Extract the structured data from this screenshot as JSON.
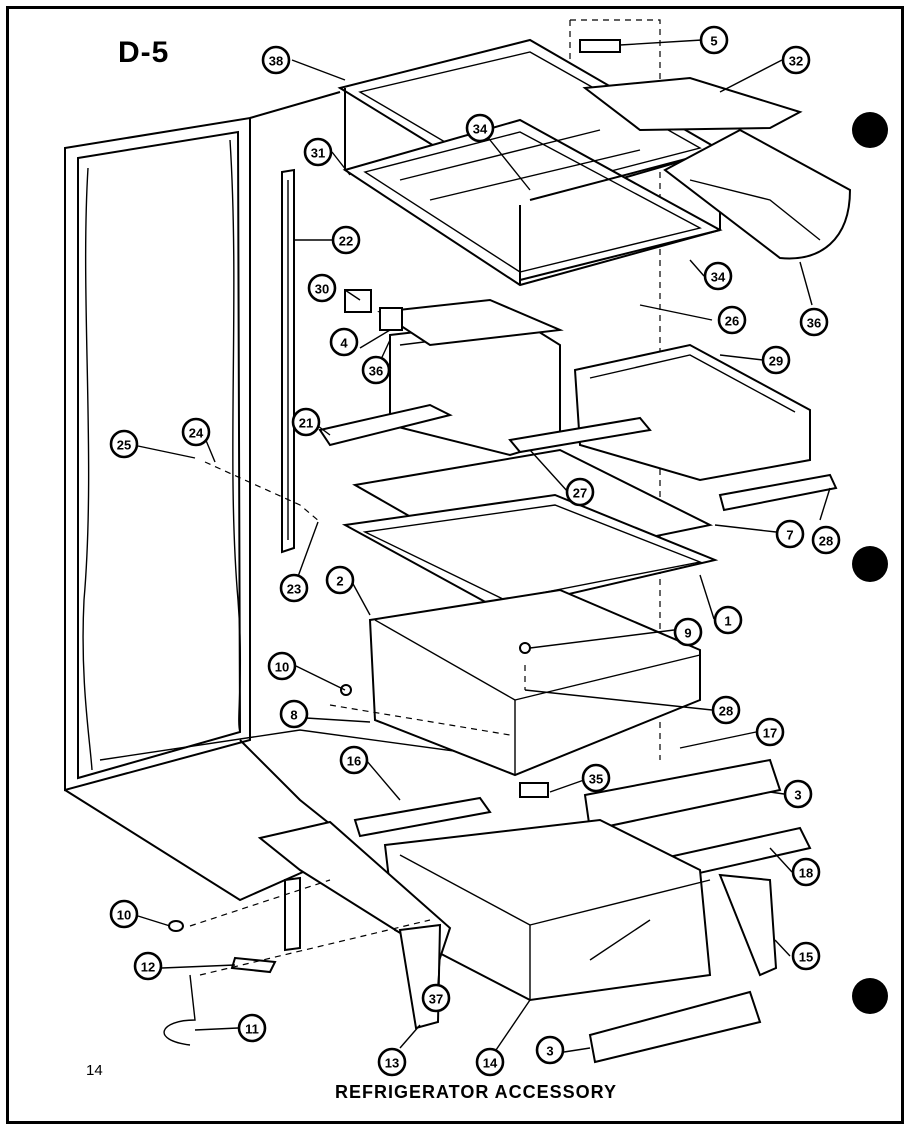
{
  "page_label": "D-5",
  "page_number": "14",
  "caption": "REFRIGERATOR ACCESSORY",
  "callouts": [
    {
      "id": "38",
      "name": "callout-38"
    },
    {
      "id": "5",
      "name": "callout-5"
    },
    {
      "id": "32",
      "name": "callout-32"
    },
    {
      "id": "34",
      "name": "callout-34-upper"
    },
    {
      "id": "31",
      "name": "callout-31"
    },
    {
      "id": "22",
      "name": "callout-22"
    },
    {
      "id": "34",
      "name": "callout-34-lower"
    },
    {
      "id": "30",
      "name": "callout-30"
    },
    {
      "id": "26",
      "name": "callout-26"
    },
    {
      "id": "36",
      "name": "callout-36-right"
    },
    {
      "id": "4",
      "name": "callout-4"
    },
    {
      "id": "29",
      "name": "callout-29"
    },
    {
      "id": "36",
      "name": "callout-36-left"
    },
    {
      "id": "21",
      "name": "callout-21"
    },
    {
      "id": "24",
      "name": "callout-24"
    },
    {
      "id": "25",
      "name": "callout-25"
    },
    {
      "id": "27",
      "name": "callout-27"
    },
    {
      "id": "7",
      "name": "callout-7"
    },
    {
      "id": "28",
      "name": "callout-28-right"
    },
    {
      "id": "23",
      "name": "callout-23"
    },
    {
      "id": "2",
      "name": "callout-2"
    },
    {
      "id": "1",
      "name": "callout-1"
    },
    {
      "id": "9",
      "name": "callout-9"
    },
    {
      "id": "10",
      "name": "callout-10-upper"
    },
    {
      "id": "28",
      "name": "callout-28-center"
    },
    {
      "id": "8",
      "name": "callout-8"
    },
    {
      "id": "17",
      "name": "callout-17"
    },
    {
      "id": "16",
      "name": "callout-16"
    },
    {
      "id": "35",
      "name": "callout-35"
    },
    {
      "id": "3",
      "name": "callout-3-upper"
    },
    {
      "id": "18",
      "name": "callout-18"
    },
    {
      "id": "10",
      "name": "callout-10-lower"
    },
    {
      "id": "15",
      "name": "callout-15"
    },
    {
      "id": "12",
      "name": "callout-12"
    },
    {
      "id": "37",
      "name": "callout-37"
    },
    {
      "id": "11",
      "name": "callout-11"
    },
    {
      "id": "13",
      "name": "callout-13"
    },
    {
      "id": "14",
      "name": "callout-14"
    },
    {
      "id": "3",
      "name": "callout-3-lower"
    }
  ]
}
